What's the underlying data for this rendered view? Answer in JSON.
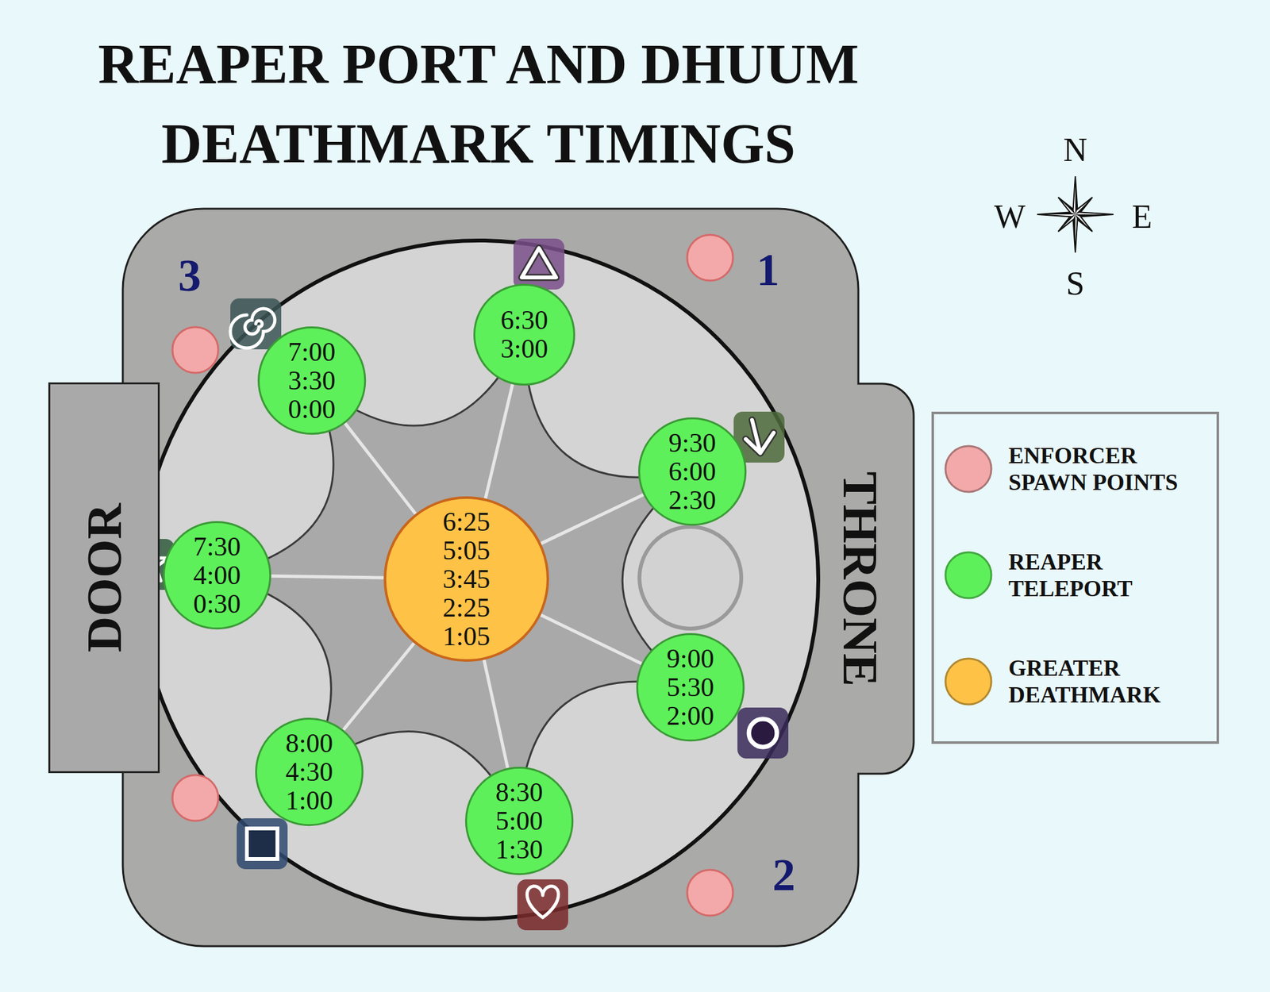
{
  "diagram": {
    "title": "REAPER PORT AND DHUUM DEATHMARK TIMINGS",
    "nodes": [
      {
        "text": [
          "6:30",
          "3:00"
        ]
      },
      {
        "text": [
          "7:00",
          "3:30",
          "0:00"
        ]
      },
      {
        "text": [
          "DOOR"
        ]
      },
      {
        "text": [
          "9:30",
          "6:00",
          "2:30"
        ]
      },
      {
        "text": [
          "7:30",
          "4:00",
          "0:30"
        ]
      },
      {
        "text": [
          "6:25",
          "5:05",
          "3:45",
          "2:25",
          "1:05"
        ]
      },
      {
        "text": [
          "9:00",
          "5:30",
          "2:00"
        ]
      },
      {
        "text": [
          "8:00",
          "4:30",
          "1:00"
        ]
      },
      {
        "text": [
          "8:30",
          "5:00",
          "1:30"
        ]
      }
    ],
    "edges": [
      {
        "from": 5,
        "to": 0,
        "arrow": "none"
      },
      {
        "from": 5,
        "to": 1,
        "arrow": "none"
      },
      {
        "from": 5,
        "to": 3,
        "arrow": "none"
      },
      {
        "from": 5,
        "to": 4,
        "arrow": "none"
      },
      {
        "from": 5,
        "to": 6,
        "arrow": "none"
      },
      {
        "from": 5,
        "to": 7,
        "arrow": "none"
      },
      {
        "from": 5,
        "to": 8,
        "arrow": "none"
      }
    ],
    "labels": [
      "N",
      "W",
      "E",
      "S",
      "3",
      "1",
      "THRONE",
      "2"
    ],
    "legend": [
      {
        "text": "ENFORCER SPAWN POINTS",
        "color": "#f3a9a9"
      },
      {
        "text": "REAPER TELEPORT",
        "color": "#5ef05a"
      },
      {
        "text": "GREATER DEATHMARK",
        "color": "#fdc246"
      }
    ]
  }
}
